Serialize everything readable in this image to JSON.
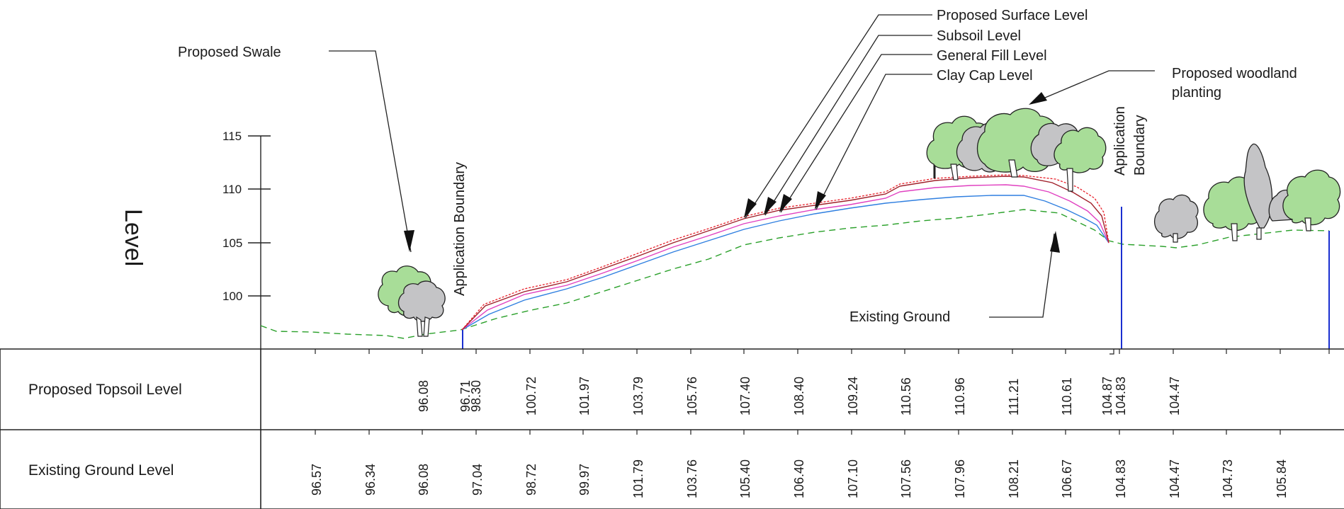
{
  "diagram": {
    "y_axis": {
      "title": "Level",
      "ticks": [
        {
          "value": 115,
          "label": "115"
        },
        {
          "value": 110,
          "label": "110"
        },
        {
          "value": 105,
          "label": "105"
        },
        {
          "value": 100,
          "label": "100"
        }
      ]
    },
    "annotations": {
      "proposed_swale": "Proposed Swale",
      "proposed_surface_level": "Proposed Surface Level",
      "subsoil_level": "Subsoil Level",
      "general_fill_level": "General Fill Level",
      "clay_cap_level": "Clay Cap Level",
      "woodland_line1": "Proposed woodland",
      "woodland_line2": "planting",
      "existing_ground": "Existing Ground",
      "boundary_left": "Application Boundary",
      "boundary_right_line1": "Application",
      "boundary_right_line2": "Boundary"
    },
    "table": {
      "rows": [
        {
          "label": "Proposed Topsoil Level",
          "values": [
            "96.08",
            "96.71",
            "98.30",
            "100.72",
            "101.97",
            "103.79",
            "105.76",
            "107.40",
            "108.40",
            "109.24",
            "110.56",
            "110.96",
            "111.21",
            "110.61",
            "104.87",
            "104.83",
            "104.47"
          ]
        },
        {
          "label": "Existing Ground Level",
          "values": [
            "96.57",
            "96.34",
            "96.08",
            "97.04",
            "98.72",
            "99.97",
            "101.79",
            "103.76",
            "105.40",
            "106.40",
            "107.10",
            "107.56",
            "107.96",
            "108.21",
            "106.67",
            "104.83",
            "104.47",
            "104.73",
            "105.84"
          ]
        }
      ]
    },
    "colors": {
      "surface": "#e8202a",
      "subsoil": "#a0202a",
      "fill": "#e040c0",
      "clay": "#2f7fe0",
      "existing": "#2aa02a",
      "boundary": "#1a2fd0",
      "tree_green": "#a8dd98",
      "tree_grey": "#c4c4c6"
    }
  }
}
